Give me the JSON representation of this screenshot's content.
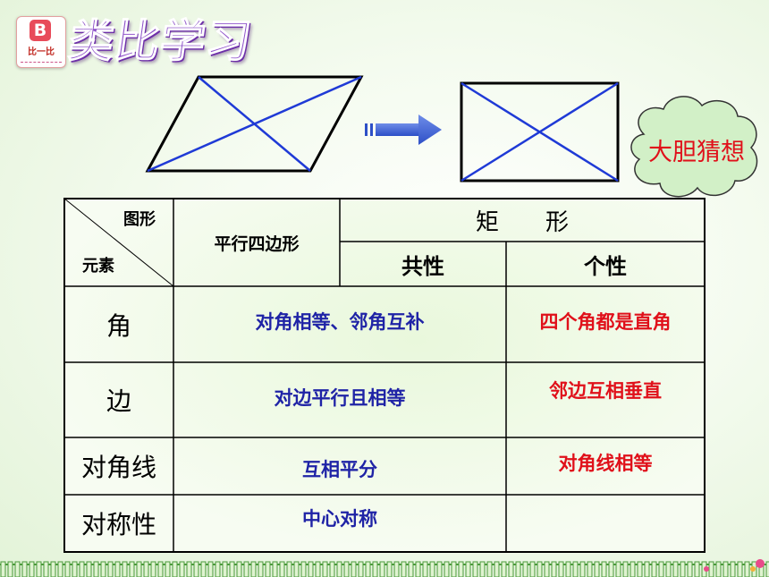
{
  "title": "类比学习",
  "logo": {
    "letter": "B",
    "caption": "比一比"
  },
  "cloud": {
    "text": "大胆猜想"
  },
  "table": {
    "corner_top": "图形",
    "corner_bottom": "元素",
    "col_parallelogram": "平行四边形",
    "col_rectangle": "矩　　形",
    "sub_common": "共性",
    "sub_individual": "个性",
    "rows": [
      {
        "element": "角",
        "common": "对角相等、邻角互补",
        "individual": "四个角都是直角"
      },
      {
        "element": "边",
        "common": "对边平行且相等",
        "individual": "邻边互相垂直"
      },
      {
        "element": "对角线",
        "common": "互相平分",
        "individual": "对角线相等"
      },
      {
        "element": "对称性",
        "common": "中心对称",
        "individual": ""
      }
    ]
  },
  "colors": {
    "accent_title": "#8e52c9",
    "shape_line": "#1f3ad6",
    "red_text": "#e0101a",
    "blue_text": "#1f23a6"
  }
}
